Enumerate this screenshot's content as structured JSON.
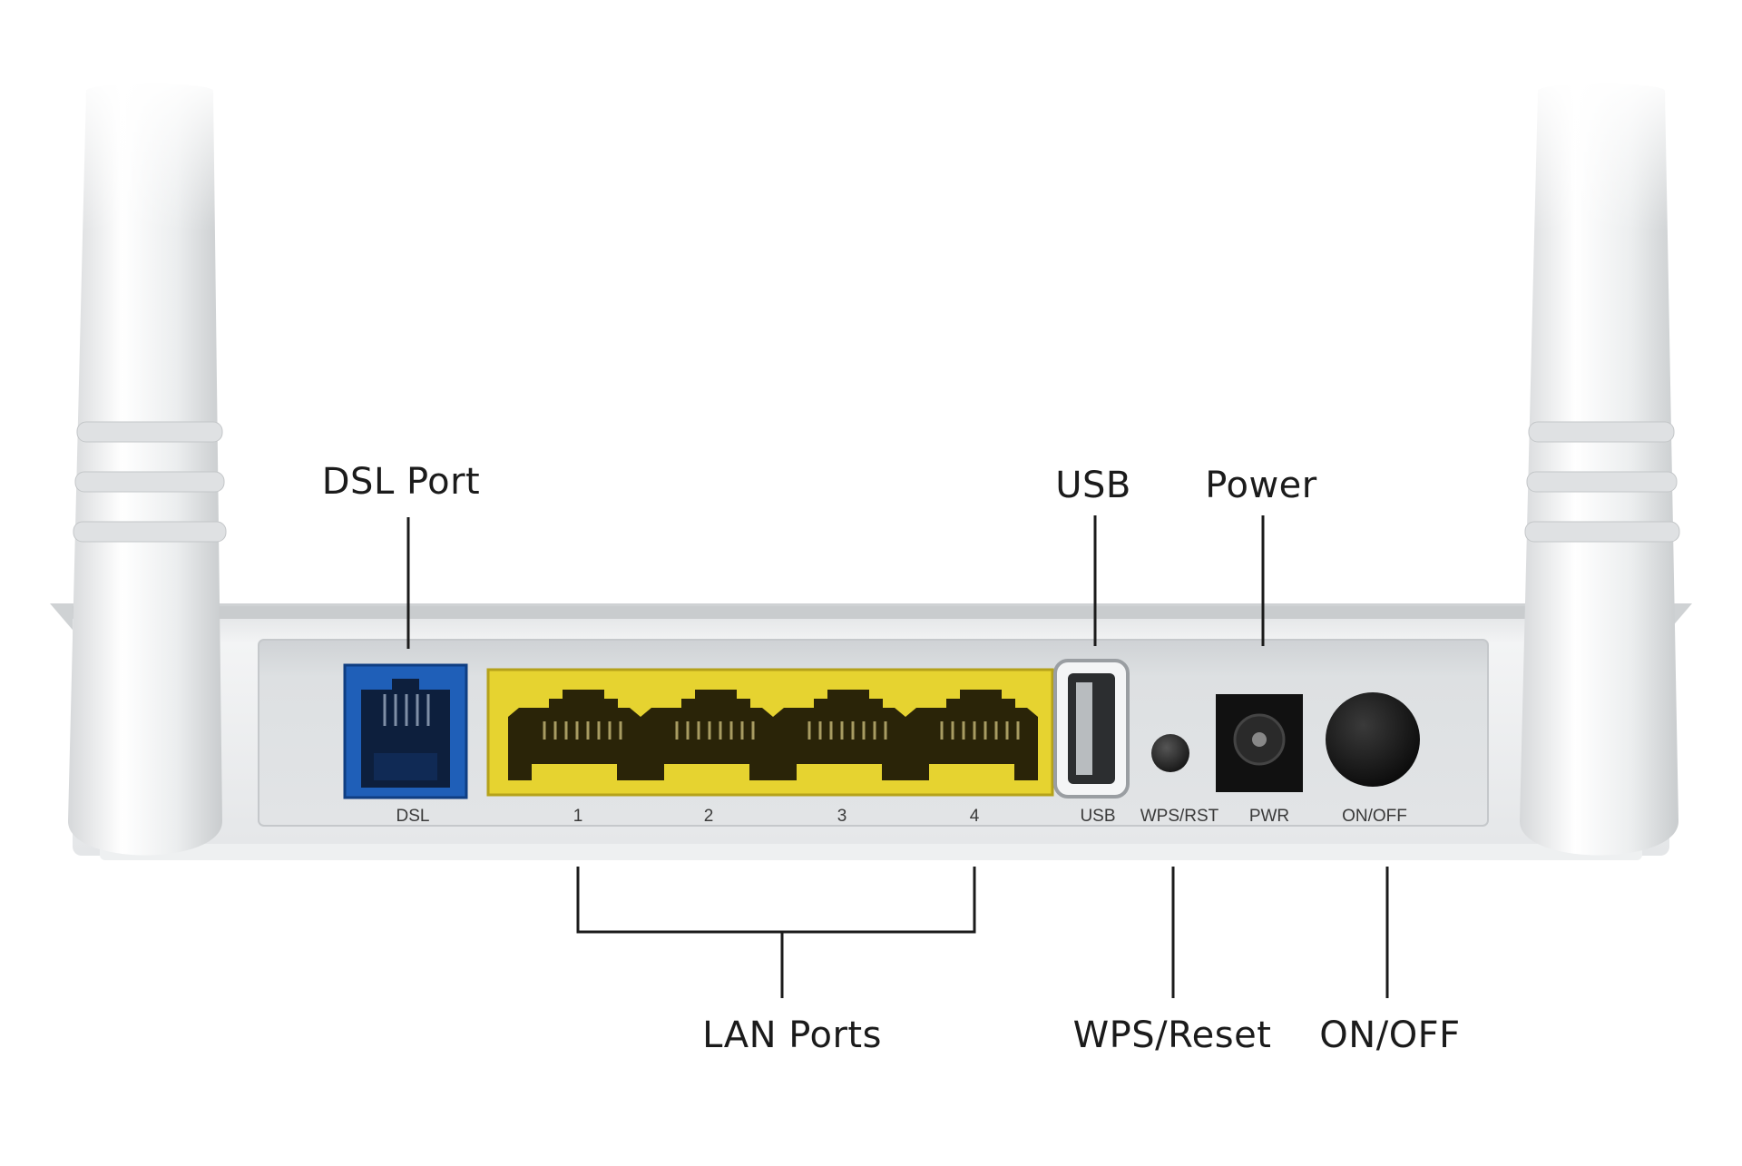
{
  "callouts": {
    "dsl_port": "DSL Port",
    "usb": "USB",
    "power": "Power",
    "lan_ports": "LAN Ports",
    "wps_reset": "WPS/Reset",
    "on_off": "ON/OFF"
  },
  "port_labels": {
    "dsl": "DSL",
    "lan": [
      "1",
      "2",
      "3",
      "4"
    ],
    "usb": "USB",
    "wps_rst": "WPS/RST",
    "pwr": "PWR",
    "on_off": "ON/OFF"
  },
  "colors": {
    "dsl_port": "#1f5fb8",
    "lan_block": "#e6d330",
    "housing": "#e9ebed",
    "panel": "#d9dcdf",
    "line": "#1b1b1b"
  },
  "icons": [
    "rj11-port-icon",
    "rj45-port-icon",
    "usb-port-icon",
    "wps-button-icon",
    "dc-power-jack-icon",
    "power-switch-icon",
    "antenna-icon"
  ]
}
